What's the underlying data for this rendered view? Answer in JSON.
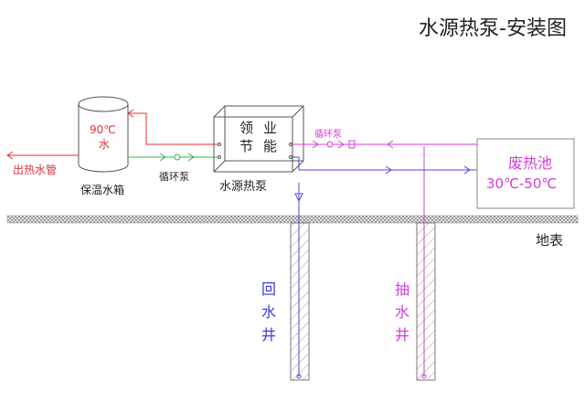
{
  "diagram": {
    "title": "水源热泵-安装图",
    "tank": {
      "label": "保温水箱",
      "temp": "90℃",
      "water": "水"
    },
    "outlet_label": "出热水管",
    "pump_left_label": "循环泵",
    "pump_right_label": "循环泵",
    "heat_pump": {
      "label": "水源热泵",
      "brand_1": "领",
      "brand_2": "业",
      "brand_3": "节",
      "brand_4": "能"
    },
    "waste_pool": {
      "label": "废热池",
      "range": "30℃-50℃"
    },
    "ground_label": "地表",
    "return_well": [
      "回",
      "水",
      "井"
    ],
    "pump_well": [
      "抽",
      "水",
      "井"
    ],
    "colors": {
      "hot_water": "#e0303a",
      "cold_loop": "#2fb84a",
      "waste_loop": "#d23cd8",
      "return_loop": "#4a4ad8",
      "outline": "#555555",
      "ground": "#c8c8c8"
    }
  }
}
